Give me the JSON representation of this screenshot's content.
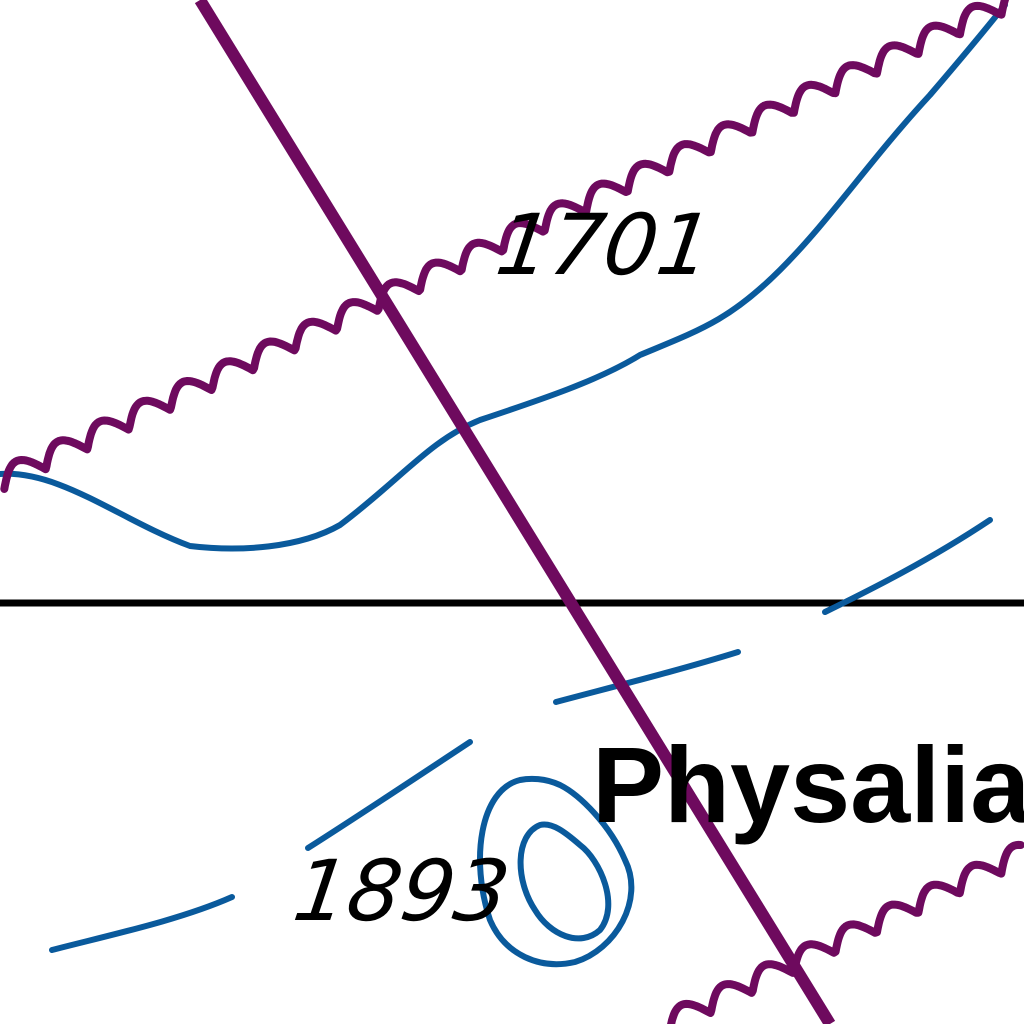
{
  "map": {
    "labels": {
      "elevation_top": "1701",
      "elevation_bottom": "1893",
      "place_name": "Physalia"
    },
    "colors": {
      "background": "#ffffff",
      "contour": "#0a5a9c",
      "route": "#6e0a5e",
      "boundary": "#000000",
      "text": "#000000"
    }
  }
}
